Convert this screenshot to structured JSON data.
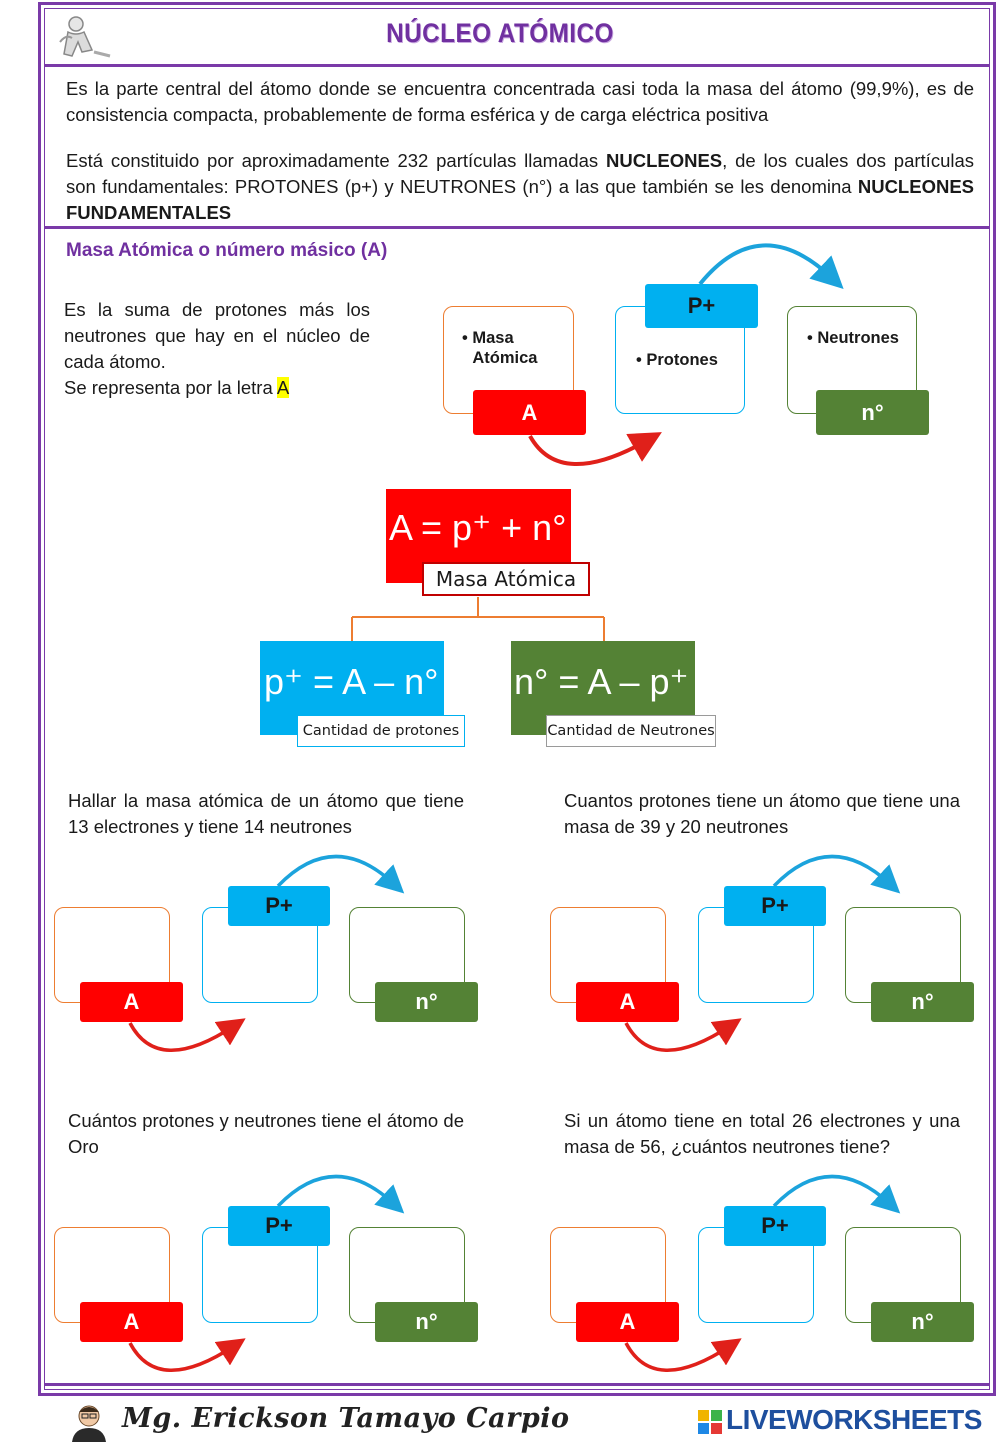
{
  "header": {
    "title": "NÚCLEO ATÓMICO"
  },
  "intro": {
    "p1": "Es la parte central del átomo donde se encuentra concentrada casi toda la masa  del átomo (99,9%), es de consistencia compacta, probablemente de forma  esférica y de carga eléctrica positiva",
    "p2_start": "Está constituido por aproximadamente 232 partículas  llamadas ",
    "p2_bold1": "NUCLEONES",
    "p2_mid": ", de los  cuales dos partículas son fundamentales: PROTONES (p+) y NEUTRONES (n°) a las que también se les denomina ",
    "p2_bold2": "NUCLEONES FUNDAMENTALES"
  },
  "section": {
    "title": "Masa Atómica o número másico (A)",
    "explain_text": "Es la suma de protones más los neutrones que hay en el núcleo de cada átomo.",
    "explain_letter": "Se representa por la letra ",
    "letter": "A"
  },
  "main_diagram": {
    "box_a_text": "Masa Atómica",
    "box_p_text": "Protones",
    "box_n_text": "Neutrones",
    "bullet": "•",
    "label_a": "A",
    "label_p": "P+",
    "label_n": "n°"
  },
  "formulas": {
    "main": "A = p⁺ + n°",
    "main_caption": "Masa Atómica",
    "protons": "p⁺ = A – n°",
    "protons_caption": "Cantidad de protones",
    "neutrons": "n° = A – p⁺",
    "neutrons_caption": "Cantidad de Neutrones"
  },
  "exercises": [
    {
      "question": "Hallar la masa atómica de un átomo que tiene 13 electrones y tiene 14 neutrones"
    },
    {
      "question": "Cuantos protones tiene un átomo que tiene una masa de 39 y 20 neutrones"
    },
    {
      "question": "Cuántos protones y neutrones tiene el átomo de Oro"
    },
    {
      "question": "Si un átomo tiene en total 26 electrones y una masa de 56, ¿cuántos neutrones tiene?"
    }
  ],
  "exercise_labels": {
    "a": "A",
    "p": "P+",
    "n": "n°"
  },
  "footer": {
    "signature": "Mg. Erickson Tamayo Carpio",
    "brand": "LIVEWORKSHEETS"
  },
  "colors": {
    "purple": "#7030a0",
    "red": "#ff0000",
    "blue": "#00b0f0",
    "green": "#548235",
    "orange": "#ed7d31"
  }
}
